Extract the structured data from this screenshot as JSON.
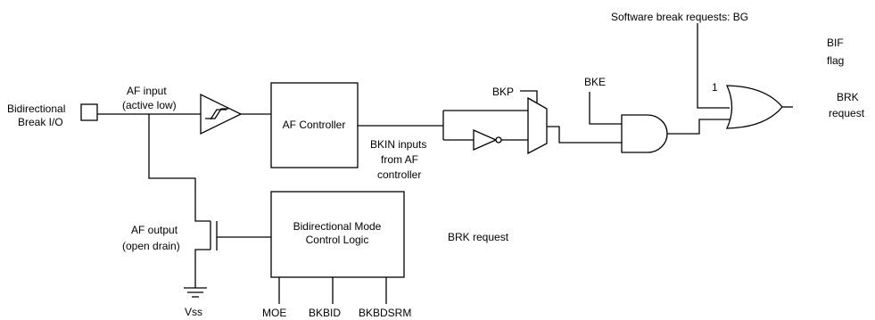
{
  "labels": {
    "software_break": "Software break requests: BG",
    "bif_line1": "BIF",
    "bif_line2": "flag",
    "brk_out_line1": "BRK",
    "brk_out_line2": "request",
    "bidir_io_line1": "Bidirectional",
    "bidir_io_line2": "Break I/O",
    "af_input_line1": "AF input",
    "af_input_line2": "(active low)",
    "af_controller": "AF Controller",
    "bkp": "BKP",
    "bke": "BKE",
    "or_input_1": "1",
    "bkin_line1": "BKIN inputs",
    "bkin_line2": "from AF",
    "bkin_line3": "controller",
    "af_output_line1": "AF output",
    "af_output_line2": "(open drain)",
    "bidir_mode_line1": "Bidirectional Mode",
    "bidir_mode_line2": "Control Logic",
    "brk_request_mid": "BRK request",
    "vss": "Vss",
    "moe": "MOE",
    "bkbid": "BKBID",
    "bkbdsrm": "BKBDSRM"
  }
}
